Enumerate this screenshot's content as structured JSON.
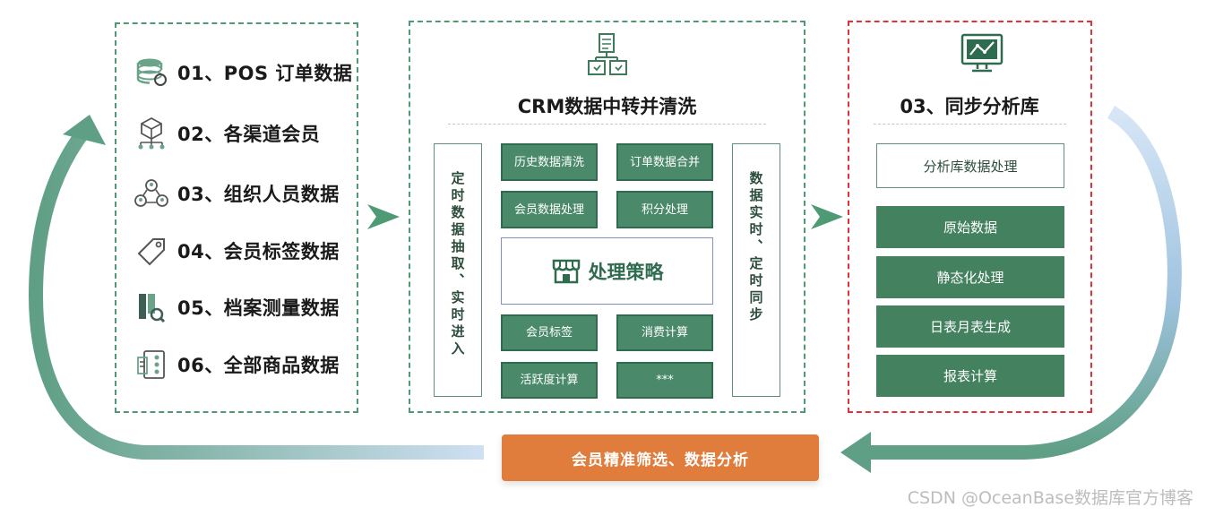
{
  "sources": {
    "items": [
      {
        "label": "01、POS 订单数据",
        "icon": "database-sync-icon"
      },
      {
        "label": "02、各渠道会员",
        "icon": "cube-hierarchy-icon"
      },
      {
        "label": "03、组织人员数据",
        "icon": "people-network-icon"
      },
      {
        "label": "04、会员标签数据",
        "icon": "tag-icon"
      },
      {
        "label": "05、档案测量数据",
        "icon": "file-search-icon"
      },
      {
        "label": "06、全部商品数据",
        "icon": "product-panel-icon"
      }
    ]
  },
  "crm": {
    "title": "CRM数据中转并清洗",
    "icon": "document-flow-icon",
    "left_vertical": "定时数据抽取、实时进入",
    "right_vertical": "数据实时、定时同步",
    "top_buttons": [
      "历史数据清洗",
      "订单数据合并",
      "会员数据处理",
      "积分处理"
    ],
    "strategy_label": "处理策略",
    "strategy_icon": "store-icon",
    "bottom_buttons": [
      "会员标签",
      "消费计算",
      "活跃度计算",
      "***"
    ]
  },
  "analysis": {
    "title": "03、同步分析库",
    "icon": "monitor-chart-icon",
    "header_box": "分析库数据处理",
    "buttons": [
      "原始数据",
      "静态化处理",
      "日表月表生成",
      "报表计算"
    ]
  },
  "feedback": {
    "label": "会员精准筛选、数据分析"
  },
  "watermark": "CSDN @OceanBase数据库官方博客",
  "colors": {
    "green": "#4a8a6a",
    "dashed_green": "#4e9a74",
    "dashed_red": "#e0333a",
    "orange": "#e07d3c"
  }
}
